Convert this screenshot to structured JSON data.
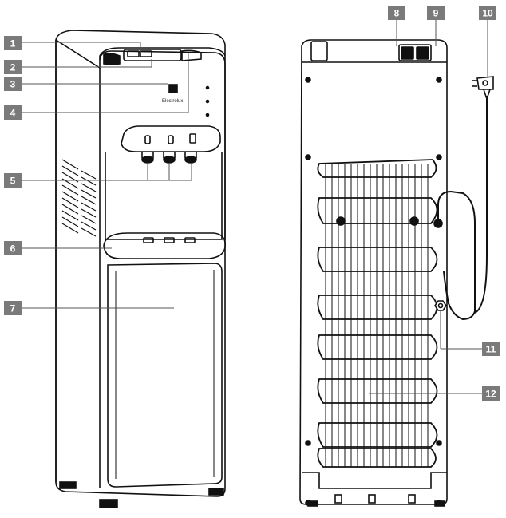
{
  "diagram": {
    "brand_label": "Electrolux",
    "callouts": [
      {
        "id": "1",
        "label": "1"
      },
      {
        "id": "2",
        "label": "2"
      },
      {
        "id": "3",
        "label": "3"
      },
      {
        "id": "4",
        "label": "4"
      },
      {
        "id": "5",
        "label": "5"
      },
      {
        "id": "6",
        "label": "6"
      },
      {
        "id": "7",
        "label": "7"
      },
      {
        "id": "8",
        "label": "8"
      },
      {
        "id": "9",
        "label": "9"
      },
      {
        "id": "10",
        "label": "10"
      },
      {
        "id": "11",
        "label": "11"
      },
      {
        "id": "12",
        "label": "12"
      }
    ],
    "colors": {
      "callout_fill": "#7a7a7a",
      "line": "#111111",
      "leader": "#555555"
    }
  }
}
